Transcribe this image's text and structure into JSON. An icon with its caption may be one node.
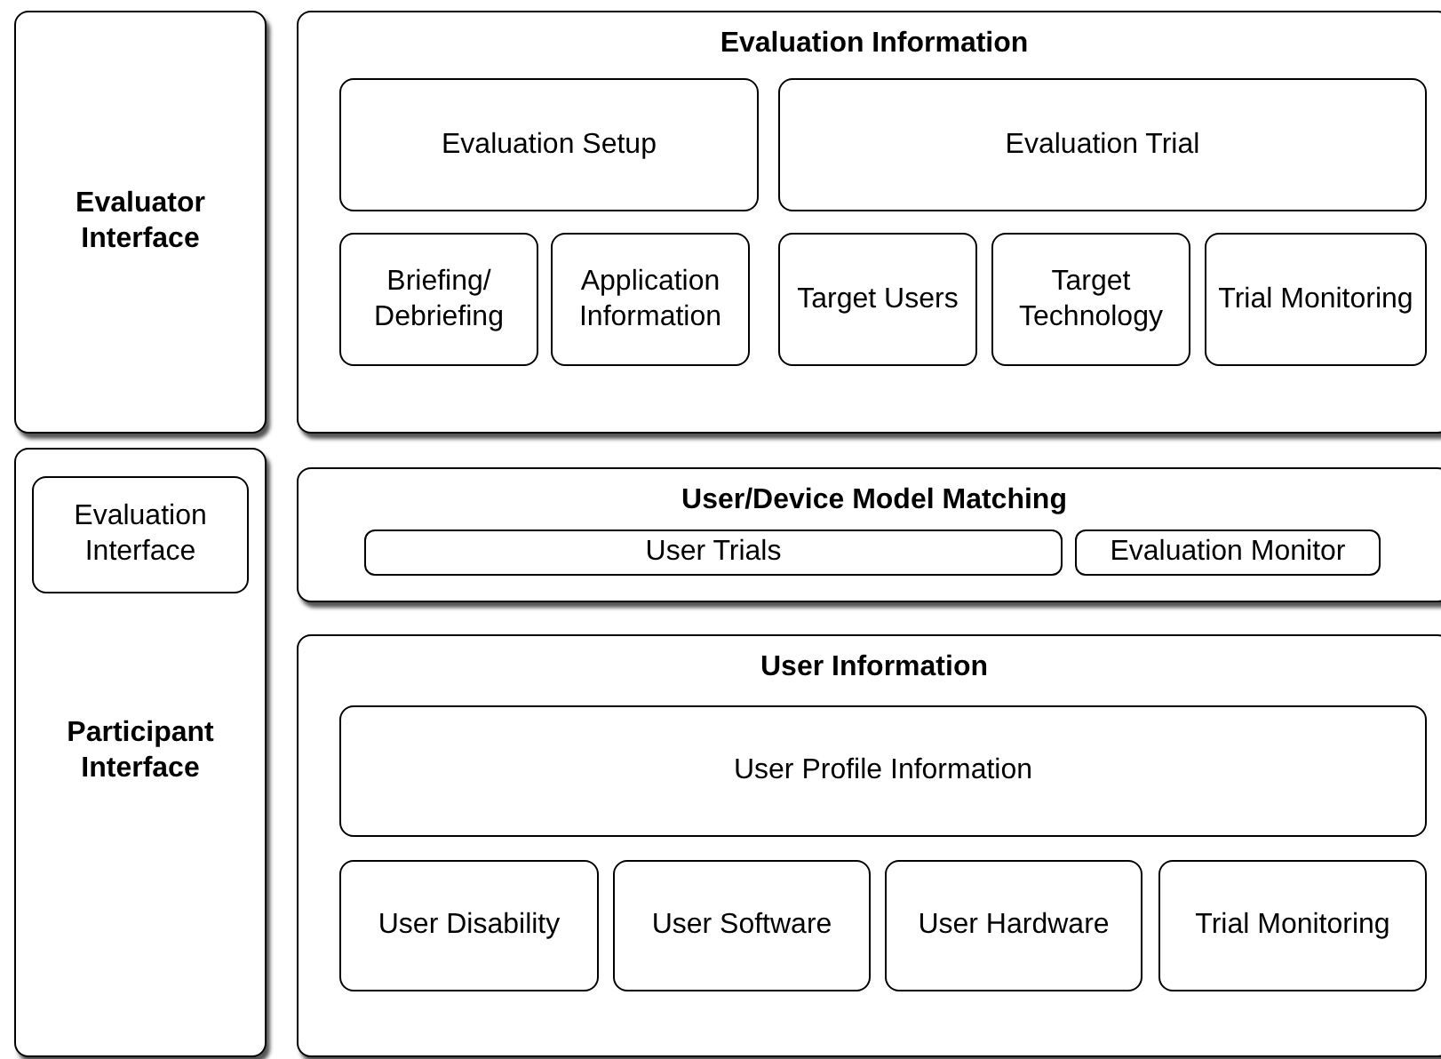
{
  "diagram": {
    "nodes": [
      {
        "text": [
          "Evaluator Interface"
        ]
      },
      {
        "text": [
          "Evaluation Information"
        ]
      },
      {
        "text": [
          "Evaluation Setup"
        ],
        "in": 1
      },
      {
        "text": [
          "Evaluation Trial"
        ],
        "in": 1
      },
      {
        "text": [
          "Briefing/ Debriefing"
        ],
        "in": 1
      },
      {
        "text": [
          "Application Information"
        ],
        "in": 1
      },
      {
        "text": [
          "Target Users"
        ],
        "in": 1
      },
      {
        "text": [
          "Target Technology"
        ],
        "in": 1
      },
      {
        "text": [
          "Trial Monitoring"
        ],
        "in": 1
      },
      {
        "text": [
          "Participant Interface"
        ]
      },
      {
        "text": [
          "Evaluation Interface"
        ],
        "in": 9
      },
      {
        "text": [
          "User/Device Model Matching"
        ]
      },
      {
        "text": [
          "User Trials"
        ],
        "in": 11
      },
      {
        "text": [
          "Evaluation Monitor"
        ],
        "in": 11
      },
      {
        "text": [
          "User Information"
        ]
      },
      {
        "text": [
          "User Profile Information"
        ],
        "in": 14
      },
      {
        "text": [
          "User Disability"
        ],
        "in": 14
      },
      {
        "text": [
          "User Software"
        ],
        "in": 14
      },
      {
        "text": [
          "User Hardware"
        ],
        "in": 14
      },
      {
        "text": [
          "Trial Monitoring"
        ],
        "in": 14
      }
    ]
  }
}
